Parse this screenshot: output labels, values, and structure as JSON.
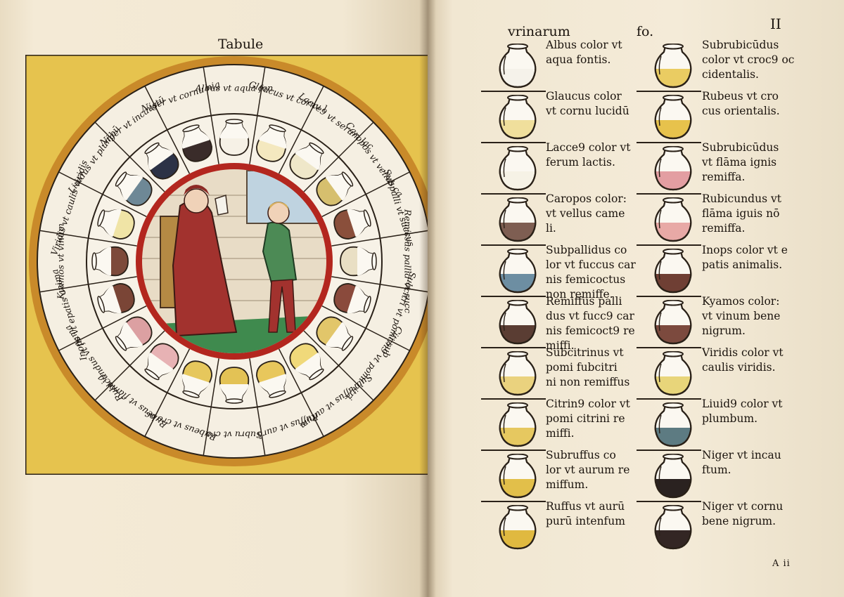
{
  "left_page": {
    "title": "Tabule"
  },
  "wheel": {
    "outer_labels": [
      "Albus vt aqua fon",
      "Glaucus vt cornu l",
      "Lacce9 vt serum lac",
      "Caropos vt vellus ca",
      "Subpalli vt succus",
      "Remissus pallid vt succ",
      "Subcitri vt pomi sub",
      "Citrin9 vt pomi citri",
      "Subruffus vt aurum",
      "Ruffus vt aurū",
      "Subru vt cro",
      "Rubeus vt cro oc",
      "Rubeus vt flama ig",
      "Rubicundus vt flama",
      "Inops vt epatis anima",
      "Kyamos vt vinum",
      "Viridis vt caulis viridis",
      "Liuidus vt plumbū",
      "Niger vt incaustū",
      "Niger vt cornu nig"
    ],
    "flask_colors": [
      "#f6f1e6",
      "#f4e8bf",
      "#efe7c9",
      "#d6bf6e",
      "#8a4f3b",
      "#e9dfc4",
      "#8a4a3c",
      "#e2c66a",
      "#f0d97a",
      "#e8c75c",
      "#e3c255",
      "#e6c75c",
      "#e7b2b4",
      "#dca0a2",
      "#7a4536",
      "#7d4a3a",
      "#f0e4a6",
      "#6e8896",
      "#2c3246",
      "#3a2c2a"
    ],
    "scene_colors": {
      "wall": "#e8dcc6",
      "sky": "#bfd3e0",
      "floor": "#3f8a4e",
      "physician_robe": "#a2322e",
      "assistant_coat": "#4c8a55",
      "ring": "#b3261e",
      "outer_band": "#c98a2a",
      "background": "#e6c34e"
    }
  },
  "right_page": {
    "column_head": "vrinarum",
    "fo_head": "fo.",
    "folio": "II",
    "signature": "A ii",
    "left_column": [
      {
        "text": "Albus color vt\naqua fontis.",
        "color": "#f5f2ea"
      },
      {
        "text": "Glaucus color\nvt cornu lucidū",
        "color": "#f0df9c"
      },
      {
        "text": "Lacce9 color vt\nferum lactis.",
        "color": "#f6f2e6"
      },
      {
        "text": "Caropos color:\nvt vellus came\nli.",
        "color": "#7e5e52"
      },
      {
        "text": "Subpallidus co\nlor vt fuccus car\nnis femicoctus\nnon remiffe.",
        "color": "#6d8ea2"
      },
      {
        "text": "Remiffus palli\ndus vt fucc9 car\nnis femicoct9 re\nmiffi.",
        "color": "#5a3d33"
      },
      {
        "text": "Subcitrinus vt\npomi fubcitri\nni non remiffus",
        "color": "#ead27e"
      },
      {
        "text": "Citrin9 color vt\npomi citrini re\nmiffi.",
        "color": "#e6c860"
      },
      {
        "text": "Subruffus co\nlor vt aurum re\nmiffum.",
        "color": "#e2bf4a"
      },
      {
        "text": "Ruffus vt aurū\npurū intenfum",
        "color": "#e0b940"
      }
    ],
    "right_column": [
      {
        "text": "Subrubicūdus\ncolor vt croc9 oc\ncidentalis.",
        "color": "#eacc62"
      },
      {
        "text": "Rubeus vt cro\ncus orientalis.",
        "color": "#e7c24c"
      },
      {
        "text": "Subrubicūdus\nvt flāma ignis\nremiffa.",
        "color": "#e39ea2"
      },
      {
        "text": "Rubicundus vt\nflāma iguis nō\nremiffa.",
        "color": "#e8a9a6"
      },
      {
        "text": "Inops color vt e\npatis animalis.",
        "color": "#6f3f34"
      },
      {
        "text": "Kyamos color:\nvt vinum bene\nnigrum.",
        "color": "#7c4a3e"
      },
      {
        "text": "Viridis color vt\ncaulis viridis.",
        "color": "#e8d57a"
      },
      {
        "text": "Liuid9 color vt\nplumbum.",
        "color": "#5d7b82"
      },
      {
        "text": "Niger vt incau\nftum.",
        "color": "#2a2220"
      },
      {
        "text": "Niger vt cornu\nbene nigrum.",
        "color": "#332624"
      }
    ]
  }
}
